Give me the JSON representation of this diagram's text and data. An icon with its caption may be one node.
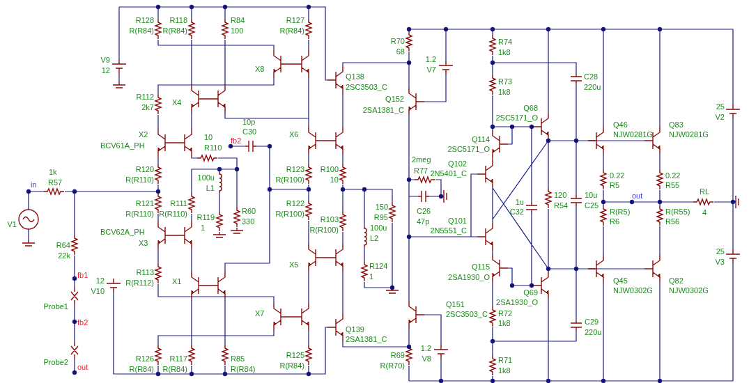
{
  "diagram": {
    "labels": [
      "R128",
      "R(R84)",
      "R118",
      "R(R84)",
      "R84",
      "100",
      "R127",
      "R(R84)",
      "R70",
      "R74",
      "68",
      "1k8",
      "1.2",
      "V9",
      "V7",
      "X8",
      "12",
      "Q138",
      "C28",
      "R73",
      "2SC3503_C",
      "220u",
      "1k8",
      "R112",
      "Q152",
      "X4",
      "25",
      "2SA1381_C",
      "2k7",
      "V2",
      "Q68",
      "10p",
      "2SC5171_O",
      "C30",
      "Q46",
      "Q83",
      "X2",
      "X6",
      "10",
      "Q114",
      "fb2",
      "NJW0281G",
      "NJW0281G",
      "BCV61A_PH",
      "R110",
      "2SC5171_O",
      "2meg",
      "R120",
      "R123",
      "R100",
      "R77",
      "Q102",
      "1k",
      "100u",
      "R(R110)",
      "R(R100)",
      "10",
      "0.22",
      "0.22",
      "R57",
      "2N5401_C",
      "in",
      "L1",
      "R5",
      "R55",
      "RL",
      "10u",
      "120",
      "1u",
      "out",
      "R121",
      "R111",
      "R122",
      "150",
      "R54",
      "C25",
      "R60",
      "C32",
      "C26",
      "R(R110)",
      "R(R110)",
      "R(R100)",
      "R(R5)",
      "R(R55)",
      "4",
      "R119",
      "R95",
      "R103",
      "330",
      "R6",
      "R56",
      "V1",
      "47p",
      "1",
      "100u",
      "R(R100)",
      "BCV62A_PH",
      "Q101",
      "L2",
      "X3",
      "2N5551_C",
      "R64",
      "25",
      "22k",
      "V3",
      "X5",
      "R124",
      "Q45",
      "Q82",
      "Q115",
      "R113",
      "1",
      "NJW0302G",
      "NJW0302G",
      "2SA1930_O",
      "fb1",
      "12",
      "X1",
      "R(R112)",
      "Q69",
      "V10",
      "2SA1930_O",
      "Probe1",
      "Q151",
      "R72",
      "X7",
      "1k8",
      "C29",
      "2SC3503_C",
      "fb2",
      "Q139",
      "220u",
      "2SA1381_C",
      "1.2",
      "R125",
      "R126",
      "R117",
      "R85",
      "V8",
      "R69",
      "R71",
      "Probe2",
      "R(R84)",
      "out",
      "R(R84)",
      "R(R84)",
      "R(R84)",
      "R(R70)",
      "1k8"
    ]
  }
}
